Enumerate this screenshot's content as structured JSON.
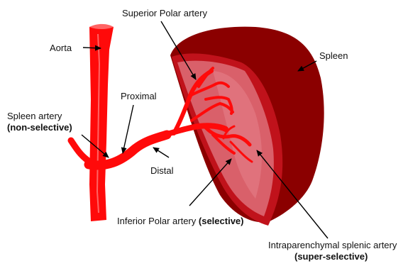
{
  "labels": {
    "aorta": "Aorta",
    "superior_polar": "Superior Polar artery",
    "spleen": "Spleen",
    "proximal": "Proximal",
    "spleen_artery": "Spleen artery",
    "spleen_artery_mode": "(non-selective)",
    "distal": "Distal",
    "inferior_polar": "Inferior Polar artery",
    "inferior_polar_mode": "(selective)",
    "intraparenchymal": "Intraparenchymal splenic artery",
    "intraparenchymal_mode": "(super-selective)"
  },
  "colors": {
    "artery": "#ff0a0a",
    "artery_highlight": "#ff8a8a",
    "spleen_outer": "#8b0000",
    "spleen_rim": "#c0121b",
    "spleen_inner": "#d9606a",
    "spleen_inner_highlight": "#e98a92",
    "arrow": "#000000"
  }
}
